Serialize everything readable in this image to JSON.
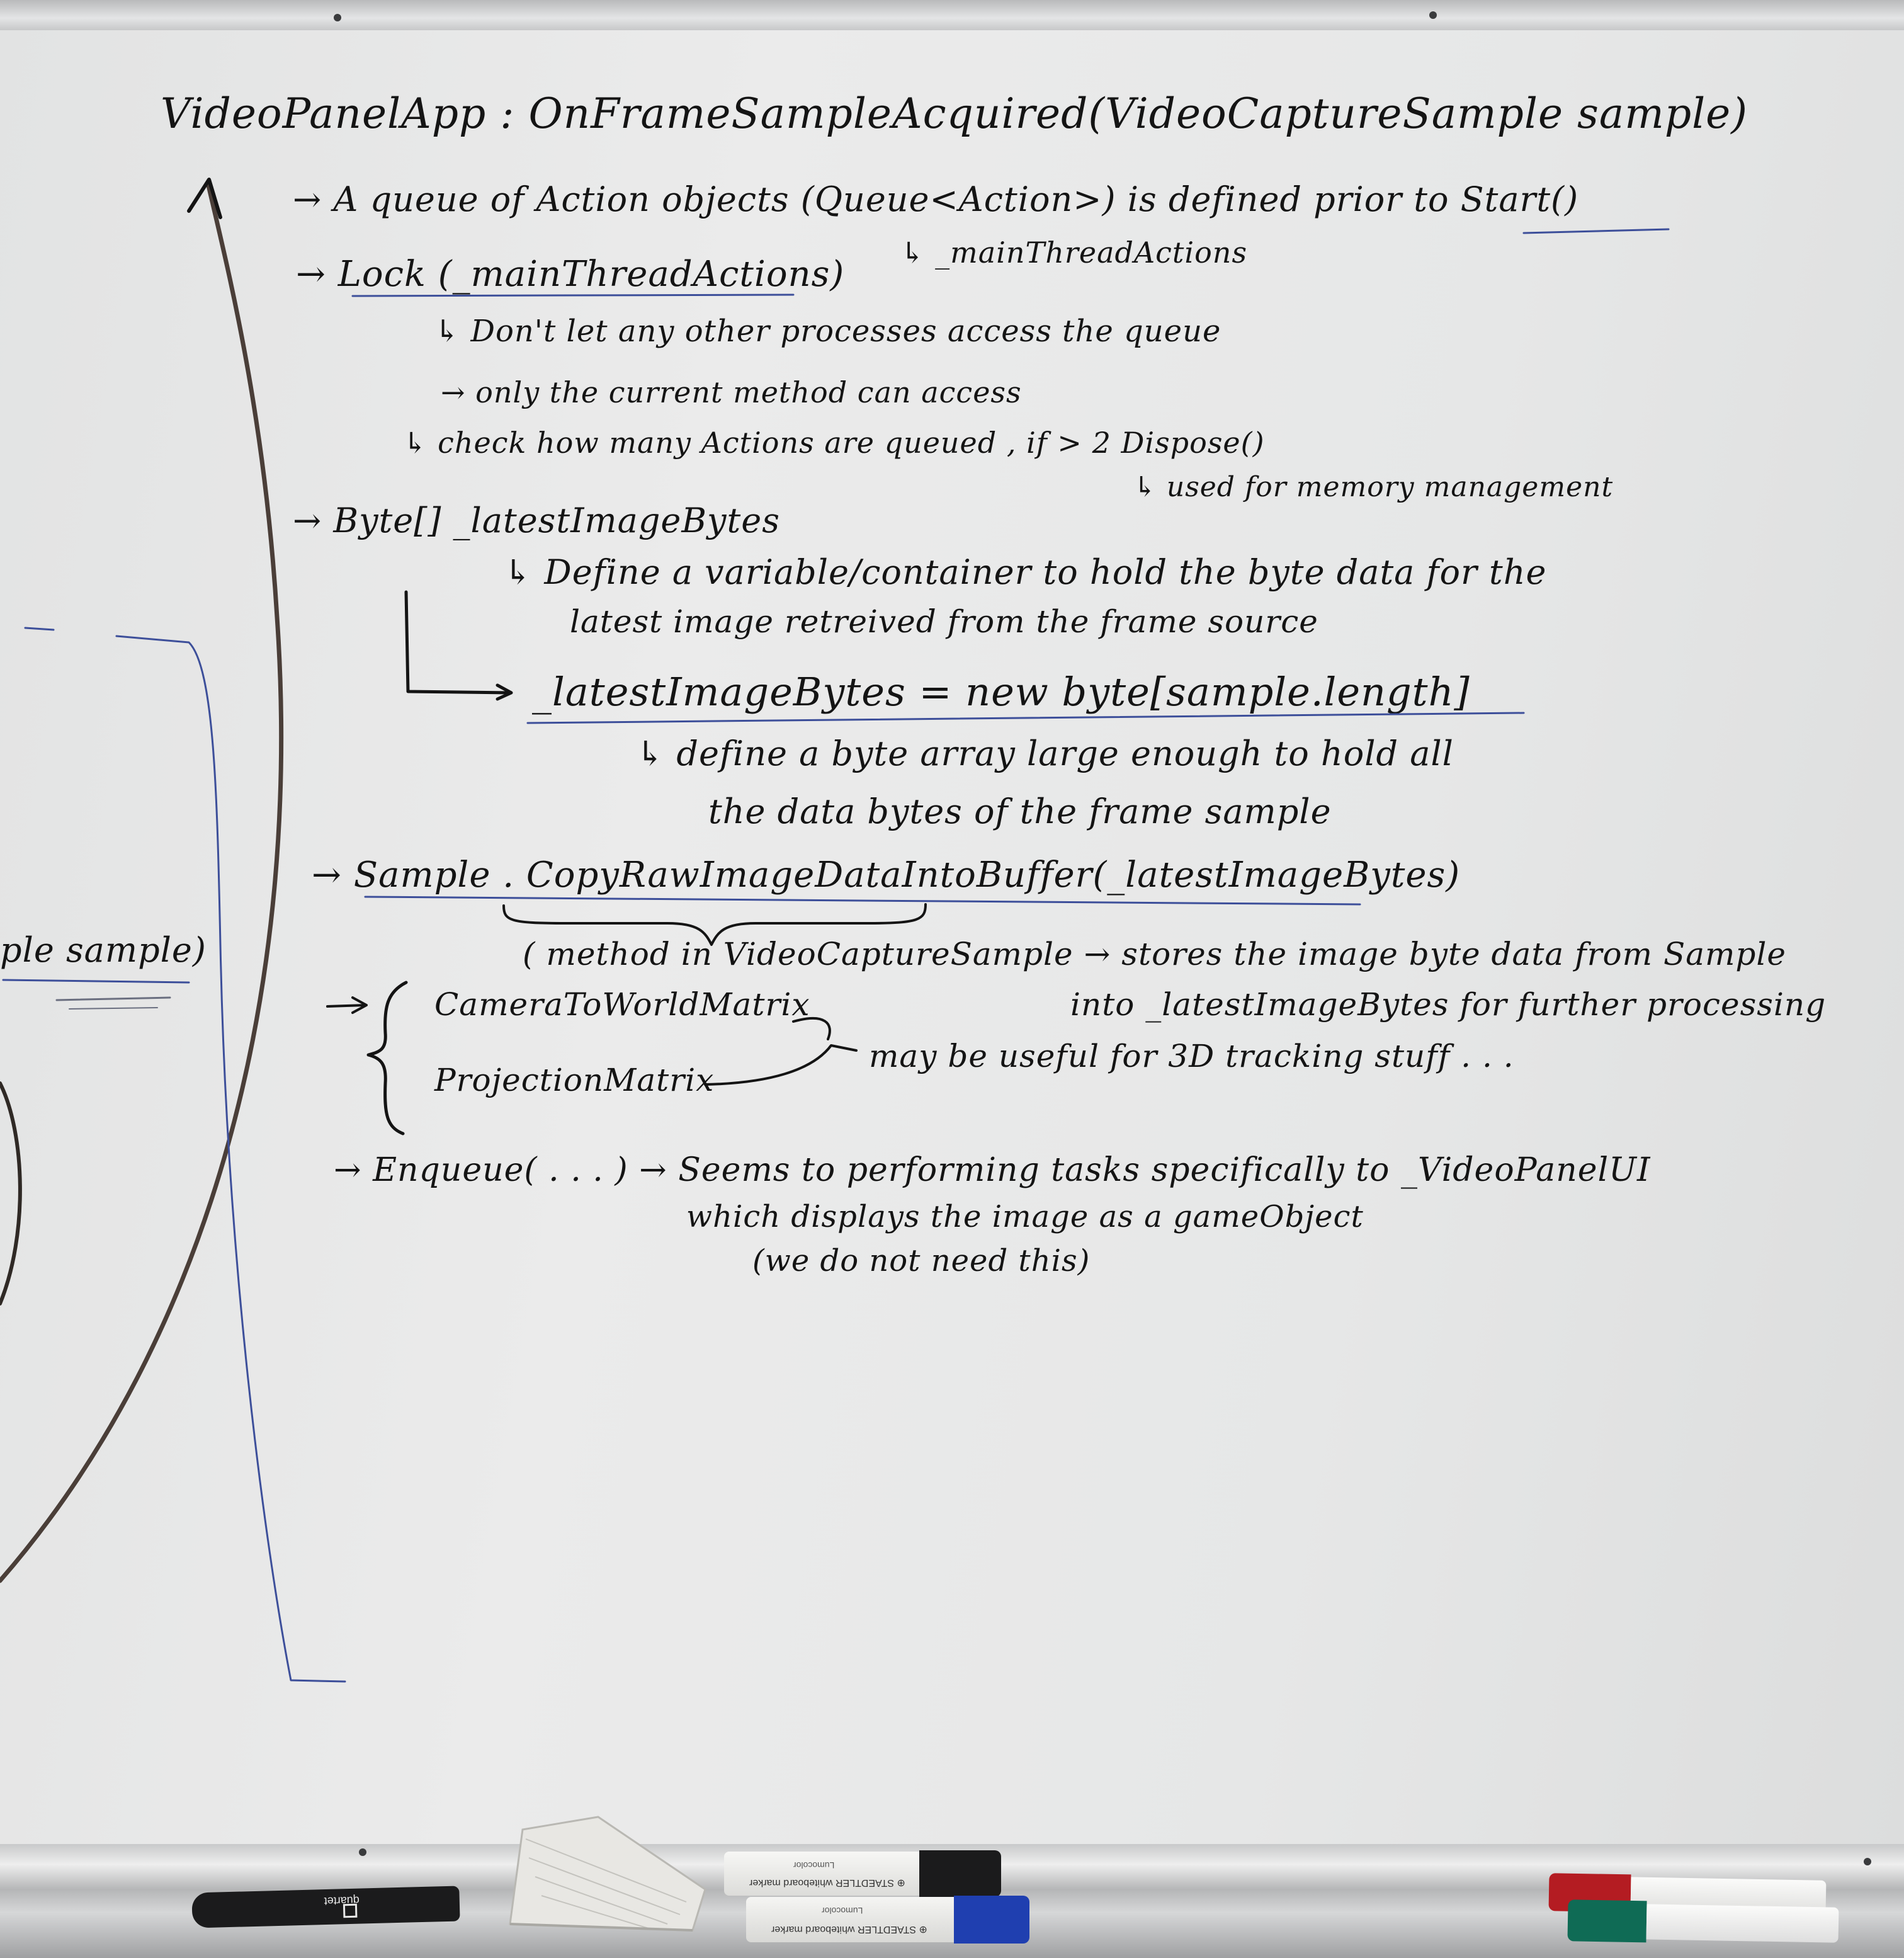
{
  "board": {
    "title": "VideoPanelApp : OnFrameSampleAcquired(VideoCaptureSample sample)",
    "left_fragment": "ple sample)",
    "lines": [
      {
        "id": "queue",
        "text": "→ A queue of Action objects (Queue<Action>) is defined prior to Start()"
      },
      {
        "id": "queue_name",
        "text": "↳ _mainThreadActions"
      },
      {
        "id": "lock",
        "text": "→ Lock (_mainThreadActions)"
      },
      {
        "id": "lock_note1",
        "text": "↳ Don't let any other processes access the queue"
      },
      {
        "id": "lock_note2",
        "text": "→ only the current method can access"
      },
      {
        "id": "check",
        "text": "↳ check how many Actions are queued , if > 2 Dispose()"
      },
      {
        "id": "memory",
        "text": "↳ used for memory management"
      },
      {
        "id": "bytes",
        "text": "→ Byte[] _latestImageBytes"
      },
      {
        "id": "define1",
        "text": "↳ Define a variable/container to hold the byte data for the"
      },
      {
        "id": "define2",
        "text": "latest image retreived from the frame source"
      },
      {
        "id": "assign",
        "text": "_latestImageBytes = new byte[sample.length]"
      },
      {
        "id": "array1",
        "text": "↳ define a byte array large enough to hold all"
      },
      {
        "id": "array2",
        "text": "the data bytes of the frame sample"
      },
      {
        "id": "copy",
        "text": "→ Sample . CopyRawImageDataIntoBuffer(_latestImageBytes)"
      },
      {
        "id": "method",
        "text": "( method in VideoCaptureSample → stores the image byte data from Sample"
      },
      {
        "id": "method2",
        "text": "into _latestImageBytes for further processing"
      },
      {
        "id": "c2w",
        "text": "CameraToWorldMatrix"
      },
      {
        "id": "proj",
        "text": "ProjectionMatrix"
      },
      {
        "id": "tracking",
        "text": "may be useful for 3D tracking stuff . . ."
      },
      {
        "id": "enqueue",
        "text": "→ Enqueue( . . . ) → Seems to performing tasks specifically to _VideoPanelUI"
      },
      {
        "id": "enqueue2",
        "text": "which displays the image as a gameObject"
      },
      {
        "id": "enqueue3",
        "text": "(we do not need this)"
      }
    ]
  },
  "tray": {
    "marker_black_brand": "quartet",
    "marker_grey_label": "⊕ STAEDTLER whiteboard marker",
    "marker_grey_sub": "Lumocolor",
    "marker_blue_label": "⊕ STAEDTLER whiteboard marker",
    "marker_blue_sub": "Lumocolor"
  },
  "colors": {
    "ink": "#141414",
    "underline_blue": "#3d4f9a",
    "marker_black": "#1b1b1c",
    "marker_blue": "#1f3fb0",
    "marker_red": "#b41c22",
    "marker_green": "#0f6b55"
  }
}
